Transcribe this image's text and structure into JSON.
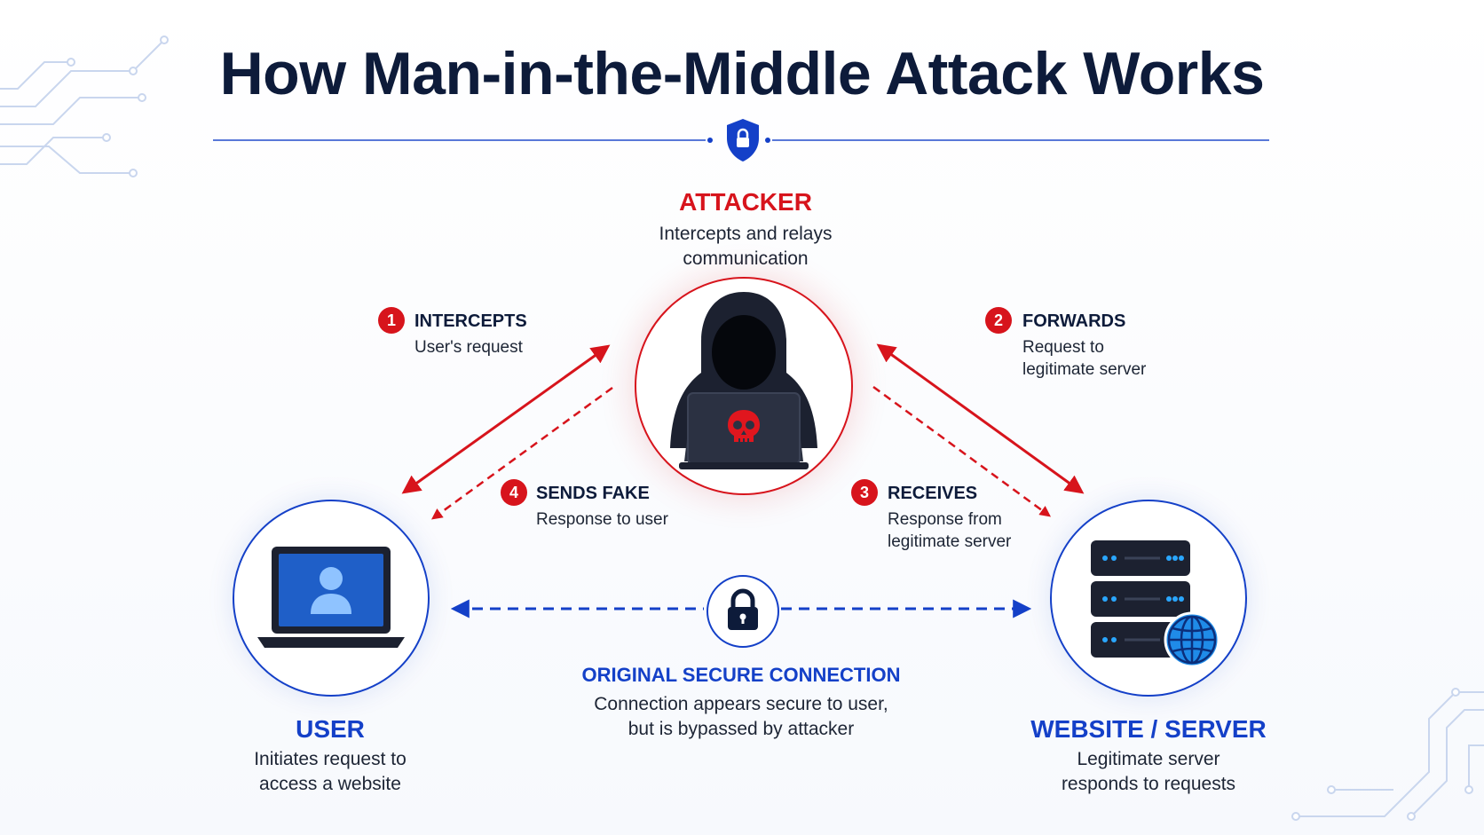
{
  "title": "How Man-in-the-Middle Attack Works",
  "colors": {
    "navy": "#0d1b3a",
    "red": "#d7141c",
    "blue": "#1440c8",
    "light_blue": "#cfdcf6"
  },
  "attacker": {
    "title": "ATTACKER",
    "desc_line1": "Intercepts and relays",
    "desc_line2": "communication"
  },
  "user": {
    "title": "USER",
    "desc_line1": "Initiates request to",
    "desc_line2": "access a website"
  },
  "server": {
    "title": "WEBSITE / SERVER",
    "desc_line1": "Legitimate server",
    "desc_line2": "responds to requests"
  },
  "steps": [
    {
      "num": "1",
      "head": "INTERCEPTS",
      "line1": "User's request",
      "line2": ""
    },
    {
      "num": "2",
      "head": "FORWARDS",
      "line1": "Request to",
      "line2": "legitimate server"
    },
    {
      "num": "3",
      "head": "RECEIVES",
      "line1": "Response from",
      "line2": "legitimate server"
    },
    {
      "num": "4",
      "head": "SENDS FAKE",
      "line1": "Response to user",
      "line2": ""
    }
  ],
  "secure_connection": {
    "title": "ORIGINAL SECURE CONNECTION",
    "desc_line1": "Connection appears secure to user,",
    "desc_line2": "but is bypassed by attacker"
  },
  "icons": [
    "shield-lock-icon",
    "hacker-icon",
    "skull-icon",
    "laptop-user-icon",
    "server-icon",
    "globe-icon",
    "padlock-icon"
  ]
}
